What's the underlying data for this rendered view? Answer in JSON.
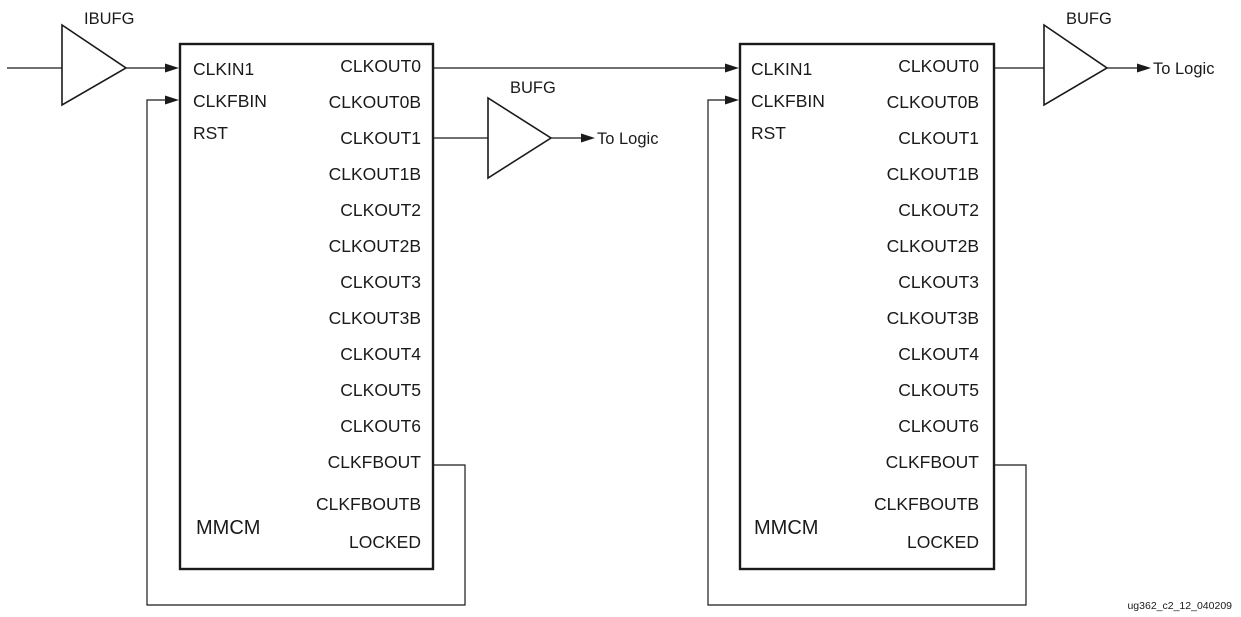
{
  "buffers": {
    "ibufg": "IBUFG",
    "bufg_middle": "BUFG",
    "bufg_right": "BUFG"
  },
  "destinations": {
    "middle": "To Logic",
    "right": "To Logic"
  },
  "mmcm": {
    "name": "MMCM",
    "inputs": [
      "CLKIN1",
      "CLKFBIN",
      "RST"
    ],
    "outputs": [
      "CLKOUT0",
      "CLKOUT0B",
      "CLKOUT1",
      "CLKOUT1B",
      "CLKOUT2",
      "CLKOUT2B",
      "CLKOUT3",
      "CLKOUT3B",
      "CLKOUT4",
      "CLKOUT5",
      "CLKOUT6",
      "CLKFBOUT",
      "CLKFBOUTB",
      "LOCKED"
    ]
  },
  "figure_id": "ug362_c2_12_040209"
}
